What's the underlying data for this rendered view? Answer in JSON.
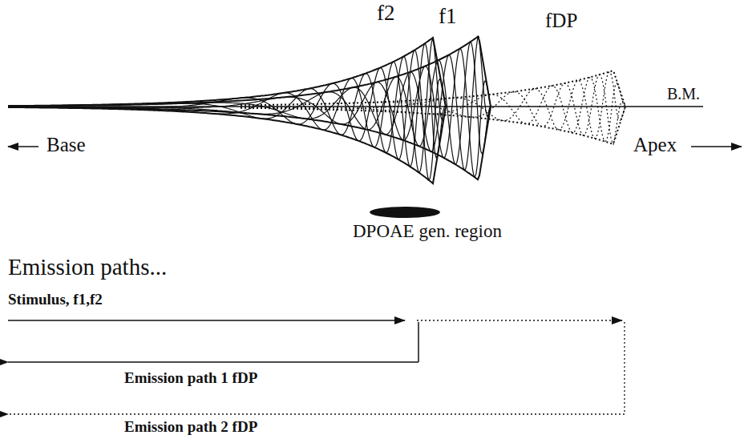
{
  "diagram": {
    "labels": [
      "f2",
      "f1",
      "fDP",
      "B.M.",
      "Base",
      "Apex",
      "DPOAE gen. region",
      "Emission paths...",
      "Stimulus, f1,f2",
      "Emission path 1 fDP",
      "Emission path 2 fDP"
    ]
  }
}
